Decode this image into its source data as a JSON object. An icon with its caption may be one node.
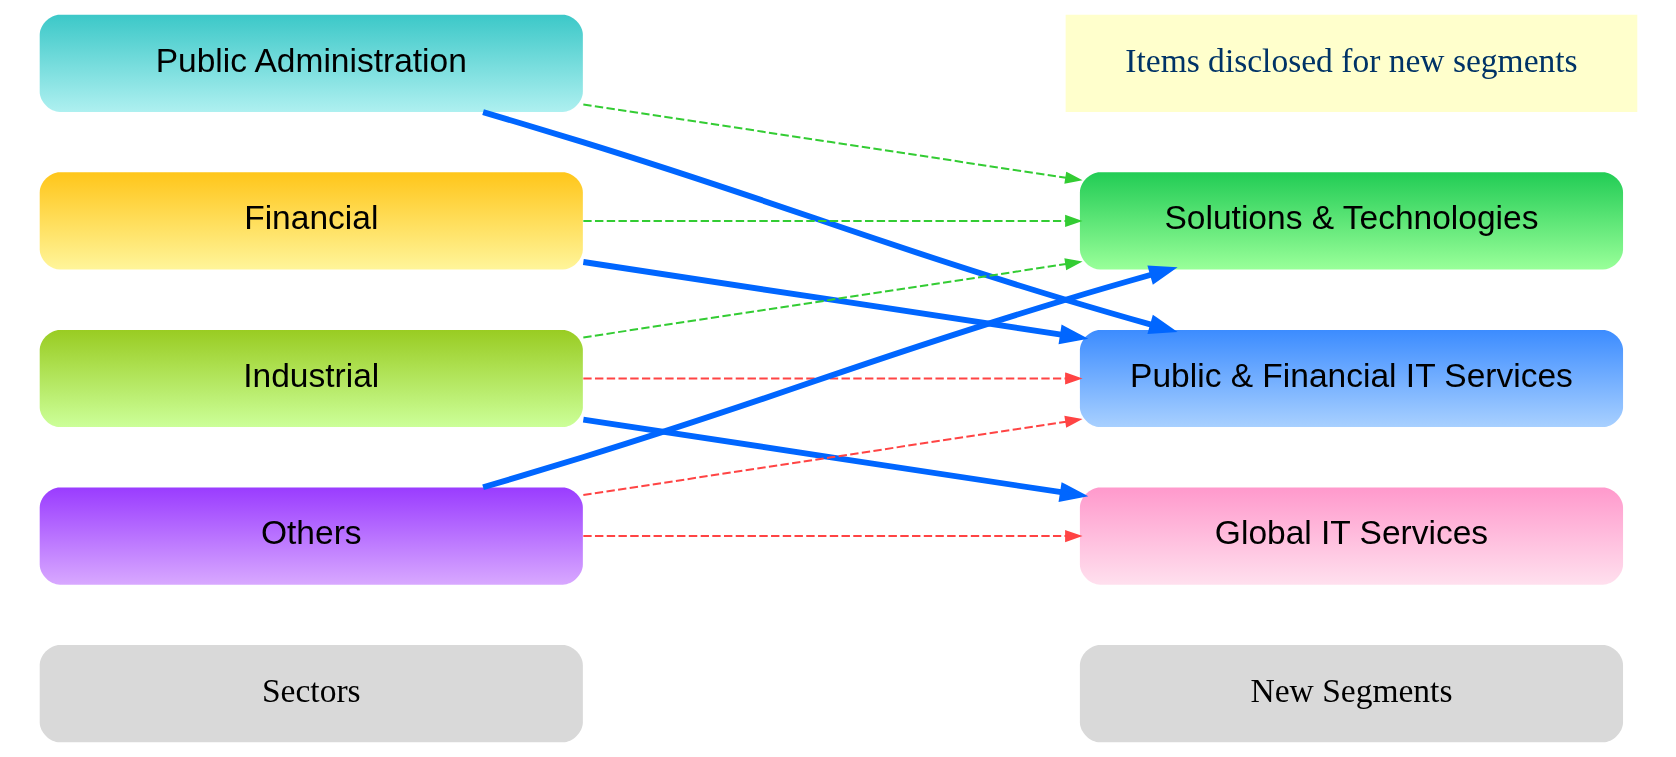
{
  "diagram": {
    "nodes": [
      {
        "text": [
          "Sectors"
        ]
      },
      {
        "text": [
          "New Segments"
        ]
      },
      {
        "text": [
          "Public Administration"
        ]
      },
      {
        "text": [
          "Financial"
        ]
      },
      {
        "text": [
          "Industrial"
        ]
      },
      {
        "text": [
          "Others"
        ]
      },
      {
        "text": [
          "Public & Financial IT Services"
        ]
      },
      {
        "text": [
          "Global IT Services"
        ]
      },
      {
        "text": [
          "Solutions & Technologies"
        ]
      },
      {
        "text": [
          "Items disclosed for new segments"
        ]
      }
    ],
    "edges": [
      {
        "from": 2,
        "to": 6,
        "arrow": "to",
        "style": "thick"
      },
      {
        "from": 2,
        "to": 8,
        "arrow": "to",
        "style": "dashed",
        "color": "#33cc33"
      },
      {
        "from": 3,
        "to": 6,
        "arrow": "to",
        "style": "thick"
      },
      {
        "from": 3,
        "to": 8,
        "arrow": "to",
        "style": "dashed",
        "color": "#33cc33"
      },
      {
        "from": 4,
        "to": 6,
        "arrow": "to",
        "style": "dashed",
        "color": "#ff4444"
      },
      {
        "from": 4,
        "to": 7,
        "arrow": "to",
        "style": "thick"
      },
      {
        "from": 4,
        "to": 8,
        "arrow": "to",
        "style": "dashed",
        "color": "#33cc33"
      },
      {
        "from": 5,
        "to": 6,
        "arrow": "to",
        "style": "dashed",
        "color": "#ff4444"
      },
      {
        "from": 5,
        "to": 7,
        "arrow": "to",
        "style": "dashed",
        "color": "#ff4444"
      },
      {
        "from": 5,
        "to": 8,
        "arrow": "to",
        "style": "thick"
      }
    ]
  }
}
